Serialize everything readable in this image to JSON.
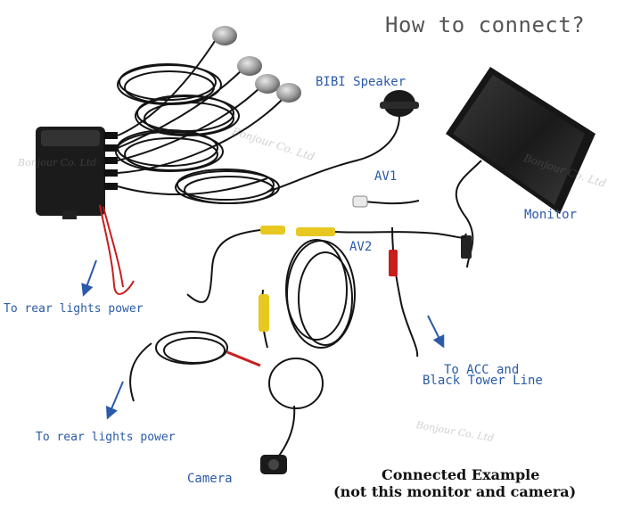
{
  "title": "How to connect?",
  "labels": {
    "bibi_speaker": "BIBI Speaker",
    "av1": "AV1",
    "av2": "AV2",
    "monitor": "Monitor",
    "to_rear_lights_power_1": "To rear lights power",
    "to_rear_lights_power_2": "To rear lights power",
    "to_acc_line1": "To ACC and",
    "to_acc_line2": "Black Tower Line",
    "camera": "Camera"
  },
  "example": {
    "line1": "Connected Example",
    "line2": "(not this monitor and camera)"
  },
  "watermarks": [
    "Bonjour Co. Ltd",
    "Bonjour Co. Ltd",
    "Bonjour Co. Ltd",
    "Bonjour Co. Ltd"
  ],
  "colors": {
    "label_blue": "#2a5aa8",
    "wire_black": "#141414",
    "wire_red": "#c81e1e",
    "rca_yellow": "#e8c820",
    "sensor_grey": "#9a9a9a"
  },
  "icons": [
    "arrow-icon",
    "arrow-icon",
    "arrow-icon"
  ]
}
